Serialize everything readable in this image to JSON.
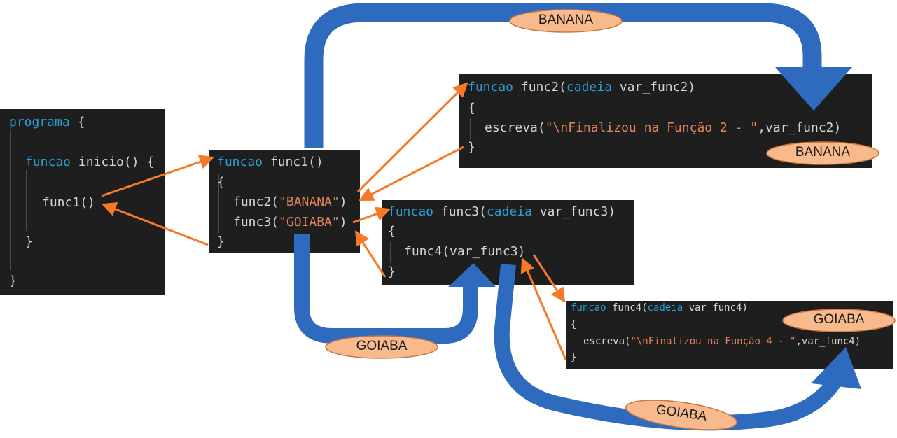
{
  "colors": {
    "code_background": "#1e1e1e",
    "keyword": "#2a9fd6",
    "string": "#e2845a",
    "code_text": "#d4d4d4",
    "flow_arrow": "#2e6bbf",
    "call_arrow": "#f47a28",
    "label_fill": "#f8b98c"
  },
  "main_block": {
    "line1_kw": "programa",
    "line1_rest": " {",
    "line2_kw": "funcao",
    "line2_rest": " inicio() {",
    "line3": "func1()",
    "line4": "}",
    "line5": "}"
  },
  "func1_block": {
    "header_kw": "funcao",
    "header_rest": " func1()",
    "open": "{",
    "call2_pre": "func2(",
    "call2_str": "\"BANANA\"",
    "call2_post": ")",
    "call3_pre": "func3(",
    "call3_str": "\"GOIABA\"",
    "call3_post": ")",
    "close": "}"
  },
  "func2_block": {
    "header_kw": "funcao",
    "header_mid": " func2(",
    "header_type": "cadeia",
    "header_rest": " var_func2)",
    "open": "{",
    "body_pre": "escreva(",
    "body_str": "\"\\nFinalizou na Função 2 - \"",
    "body_post": ",var_func2)",
    "close": "}"
  },
  "func3_block": {
    "header_kw": "funcao",
    "header_mid": " func3(",
    "header_type": "cadeia",
    "header_rest": " var_func3)",
    "open": "{",
    "body": "func4(var_func3)",
    "close": "}"
  },
  "func4_block": {
    "header_kw": "funcao",
    "header_mid": " func4(",
    "header_type": "cadeia",
    "header_rest": " var_func4)",
    "open": "{",
    "body_pre": "escreva(",
    "body_str": "\"\\nFinalizou na Função 4 - \"",
    "body_post": ",var_func4)",
    "close": "}"
  },
  "labels": {
    "banana_top": "BANANA",
    "banana_func2": "BANANA",
    "goiaba_func1": "GOIABA",
    "goiaba_func4": "GOIABA",
    "goiaba_bottom": "GOIABA"
  }
}
